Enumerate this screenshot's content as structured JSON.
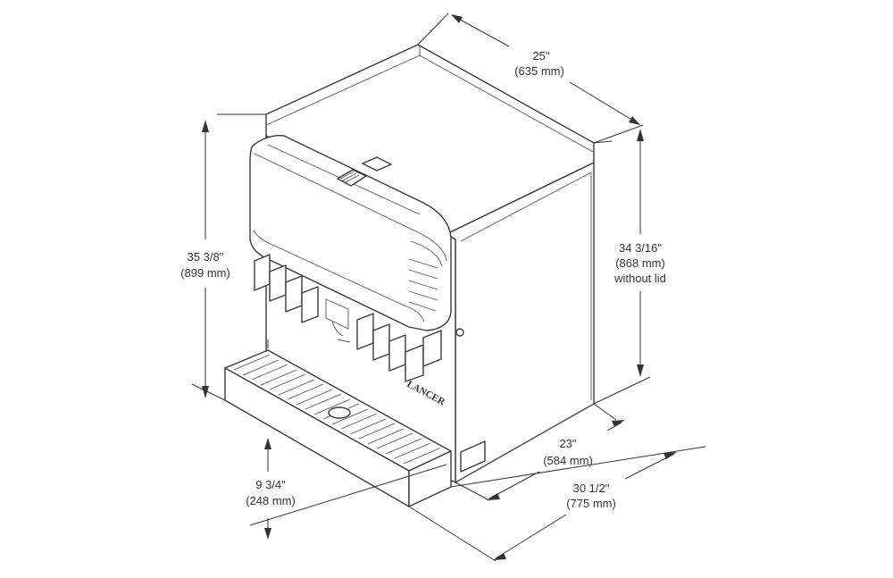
{
  "dimensions": {
    "width_top": {
      "imperial": "25\"",
      "metric": "(635 mm)"
    },
    "height_total": {
      "imperial": "35 3/8\"",
      "metric": "(899 mm)"
    },
    "height_without_lid": {
      "imperial": "34 3/16\"",
      "metric": "(868 mm)",
      "note": "without lid"
    },
    "nozzle_clearance": {
      "imperial": "9 3/4\"",
      "metric": "(248 mm)"
    },
    "depth_cabinet": {
      "imperial": "23\"",
      "metric": "(584 mm)"
    },
    "depth_total": {
      "imperial": "30 1/2\"",
      "metric": "(775 mm)"
    }
  },
  "product": {
    "brand": "LANCER"
  },
  "colors": {
    "line": "#3a3a3a",
    "text": "#333333",
    "background": "#ffffff"
  }
}
